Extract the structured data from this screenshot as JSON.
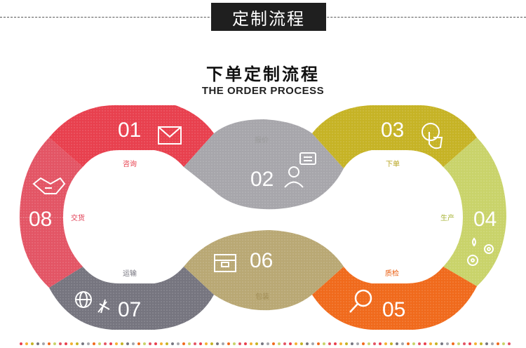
{
  "header": {
    "title": "定制流程"
  },
  "heading": {
    "cn": "下单定制流程",
    "en": "THE ORDER PROCESS"
  },
  "steps": [
    {
      "num": "01",
      "label": "咨询",
      "icon": "envelope-icon",
      "color": "#e8404e",
      "label_color": "#e8404e"
    },
    {
      "num": "02",
      "label": "报价",
      "icon": "person-chat-icon",
      "color": "#a7a6ab",
      "label_color": "#9a9a9a"
    },
    {
      "num": "03",
      "label": "下单",
      "icon": "touch-hand-icon",
      "color": "#c6b325",
      "label_color": "#b8a520"
    },
    {
      "num": "04",
      "label": "生产",
      "icon": "gears-icon",
      "color": "#c9d36a",
      "label_color": "#a9b53a"
    },
    {
      "num": "05",
      "label": "质检",
      "icon": "magnifier-icon",
      "color": "#f06a1c",
      "label_color": "#ea5b0c"
    },
    {
      "num": "06",
      "label": "包装",
      "icon": "box-icon",
      "color": "#b9a874",
      "label_color": "#a08c55"
    },
    {
      "num": "07",
      "label": "运输",
      "icon": "globe-plane-icon",
      "color": "#76757f",
      "label_color": "#76757f"
    },
    {
      "num": "08",
      "label": "交货",
      "icon": "handshake-icon",
      "color": "#e35565",
      "label_color": "#e0394f"
    }
  ],
  "footer_dot_colors": [
    "#e8404e",
    "#f3b133",
    "#c6b325",
    "#76757f",
    "#a7a6ab",
    "#f06a1c",
    "#c9d36a",
    "#e35565"
  ]
}
